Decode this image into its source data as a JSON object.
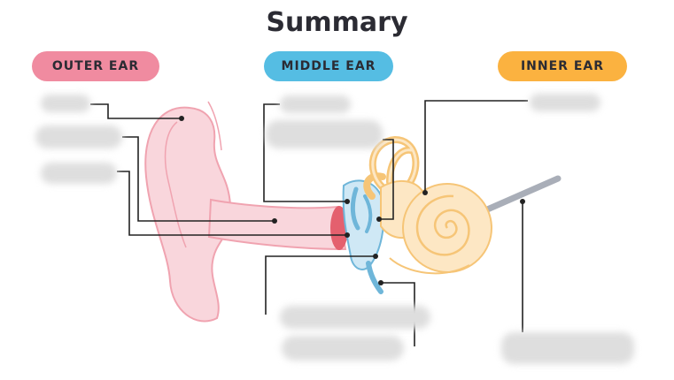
{
  "title": "Summary",
  "categories": {
    "outer": {
      "label": "OUTER EAR",
      "color": "#f08ba0"
    },
    "middle": {
      "label": "MIDDLE EAR",
      "color": "#55bde3"
    },
    "inner": {
      "label": "INNER EAR",
      "color": "#fbb240"
    }
  },
  "colors": {
    "outer_ear_fill": "#f9d6dc",
    "outer_ear_stroke": "#f0a3b0",
    "canal_red": "#e4606e",
    "middle_ear_fill": "#cfe8f5",
    "middle_ear_stroke": "#6fb6d9",
    "inner_ear_fill": "#fde7c4",
    "inner_ear_stroke": "#f6c577",
    "nerve_gray": "#a9aeb8",
    "leader_line": "#222222"
  }
}
